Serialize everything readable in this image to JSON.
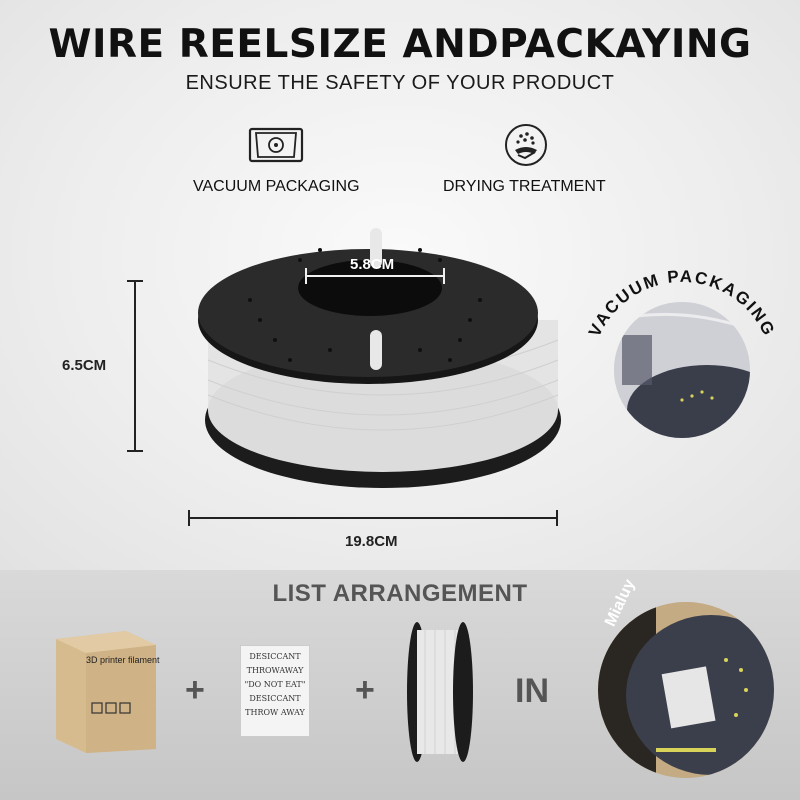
{
  "header": {
    "title": "WIRE REELSIZE ANDPACKAYING",
    "subtitle": "ENSURE THE SAFETY OF YOUR PRODUCT"
  },
  "features": [
    {
      "label": "VACUUM PACKAGING",
      "icon": "vacuum-bag-icon"
    },
    {
      "label": "DRYING TREATMENT",
      "icon": "drying-icon"
    }
  ],
  "dimensions": {
    "inner_diameter": "5.8CM",
    "width": "6.5CM",
    "outer_diameter": "19.8CM"
  },
  "vacuum_badge": {
    "label": "VACUUM PACKAGING"
  },
  "list": {
    "title": "LIST ARRANGEMENT",
    "box_label": "3D printer filament",
    "plus": "+",
    "desiccant_lines": [
      "DESICCANT",
      "THROWAWAY",
      "\"DO NOT EAT\"",
      "DESICCANT",
      "THROW AWAY"
    ],
    "in_label": "IN",
    "brand": "Mialuy"
  },
  "colors": {
    "spool_flange": "#1f1f1f",
    "filament": "#e6e6e6",
    "box": "#d9be93"
  }
}
